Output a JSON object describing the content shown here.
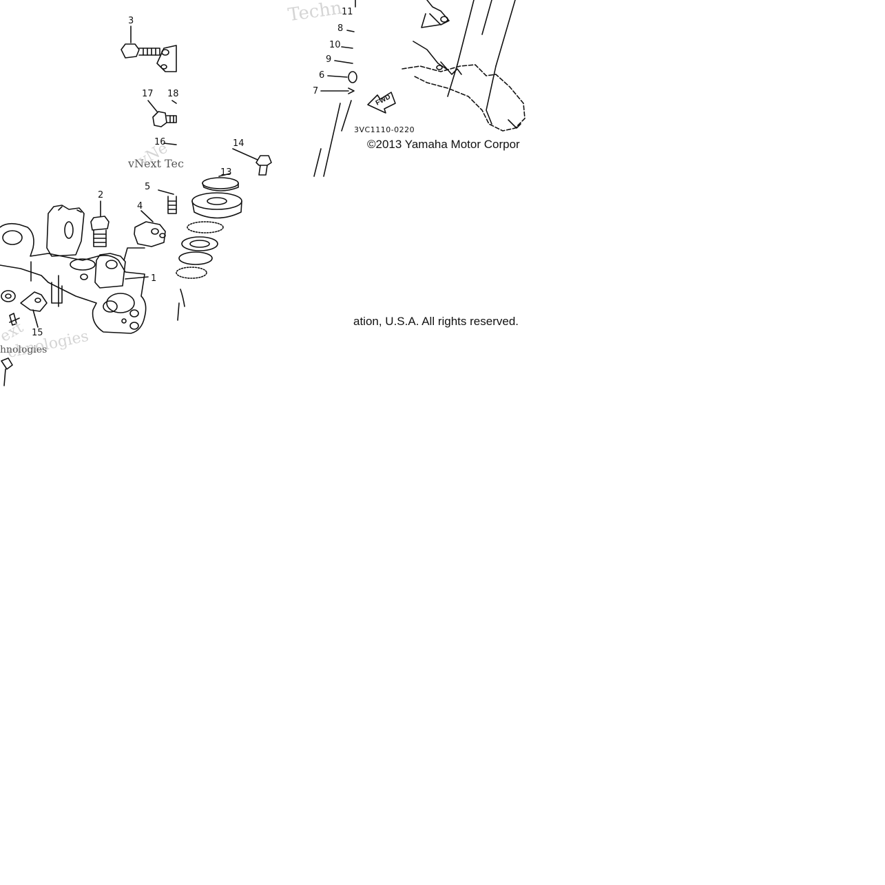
{
  "diagram": {
    "callouts": {
      "c1": "1",
      "c2": "2",
      "c3": "3",
      "c4": "4",
      "c5": "5",
      "c6": "6",
      "c7": "7",
      "c8": "8",
      "c9": "9",
      "c10": "10",
      "c11": "11",
      "c13": "13",
      "c14": "14",
      "c15": "15",
      "c16": "16",
      "c17": "17",
      "c18": "18"
    },
    "fwd_label": "FWD",
    "drawing_code": "3VC1110-0220",
    "copyright_part1": "©2013 Yamaha Motor Corpor",
    "copyright_part2": "ation, U.S.A. All rights reserved.",
    "watermarks": {
      "w1": "Techn",
      "w2": "vNext Tec",
      "w3": "vNe",
      "w4": "ext",
      "w5": "chnologies",
      "w6": "hnologies"
    }
  }
}
